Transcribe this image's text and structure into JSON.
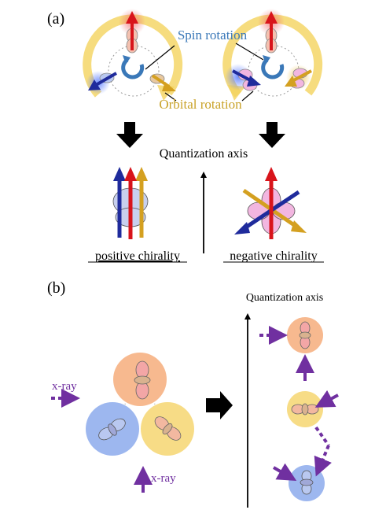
{
  "panel_a": {
    "label": "(a)",
    "spin_rotation": "Spin rotation",
    "orbital_rotation": "Orbital rotation",
    "quantization_axis": "Quantization axis",
    "positive_chirality": "positive chirality",
    "negative_chirality": "negative chirality"
  },
  "panel_b": {
    "label": "(b)",
    "quantization_axis": "Quantization axis",
    "xray_left": "x-ray",
    "xray_bottom": "x-ray"
  },
  "colors": {
    "spin_blue": "#3a78b8",
    "orbital_gold": "#c9a227",
    "arrow_red": "#d8141b",
    "arrow_blue": "#1f2b9c",
    "arrow_gold": "#d4a020",
    "xray_purple": "#7030a0",
    "site_orange": "#f7b98f",
    "site_yellow": "#f7dc86",
    "site_blue": "#9db7ef",
    "lobe_blue": "#b9c8f0",
    "lobe_pink": "#f2b6e0"
  }
}
